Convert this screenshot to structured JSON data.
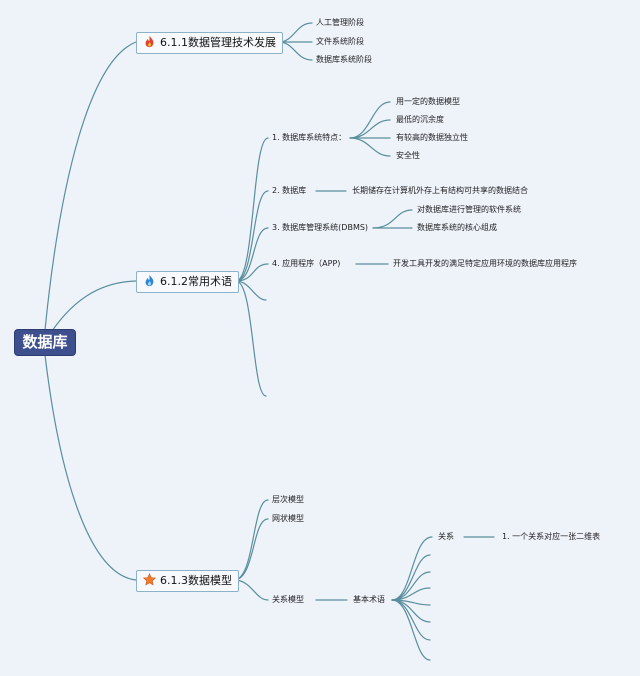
{
  "root": "数据库",
  "branches": [
    {
      "label": "6.1.1数据管理技术发展",
      "icon": "fire-red-icon",
      "children": [
        "人工管理阶段",
        "文件系统阶段",
        "数据库系统阶段"
      ]
    },
    {
      "label": "6.1.2常用术语",
      "icon": "fire-blue-icon",
      "terms": [
        {
          "label": "1. 数据库系统特点：",
          "details": [
            "用一定的数据模型",
            "最低的沉余度",
            "有较高的数据独立性",
            "安全性"
          ]
        },
        {
          "label": "2. 数据库",
          "details": [
            "长期储存在计算机外存上有结构可共享的数据结合"
          ]
        },
        {
          "label": "3. 数据库管理系统(DBMS)",
          "details": [
            "对数据库进行管理的软件系统",
            "数据库系统的核心组成"
          ]
        },
        {
          "label": "4. 应用程序（APP)",
          "details": [
            "开发工具开发的满足特定应用环境的数据库应用程序"
          ]
        }
      ]
    },
    {
      "label": "6.1.3数据模型",
      "icon": "star-icon",
      "models": [
        "层次模型",
        "网状模型",
        "关系模型"
      ],
      "relation_model": {
        "basic_terms": "基本术语",
        "relation": "关系",
        "relation_detail": "1. 一个关系对应一张二维表"
      }
    }
  ],
  "colors": {
    "line": "#5a8e9c",
    "root_bg": "#3d4f8d",
    "background": "#eef3fa"
  }
}
